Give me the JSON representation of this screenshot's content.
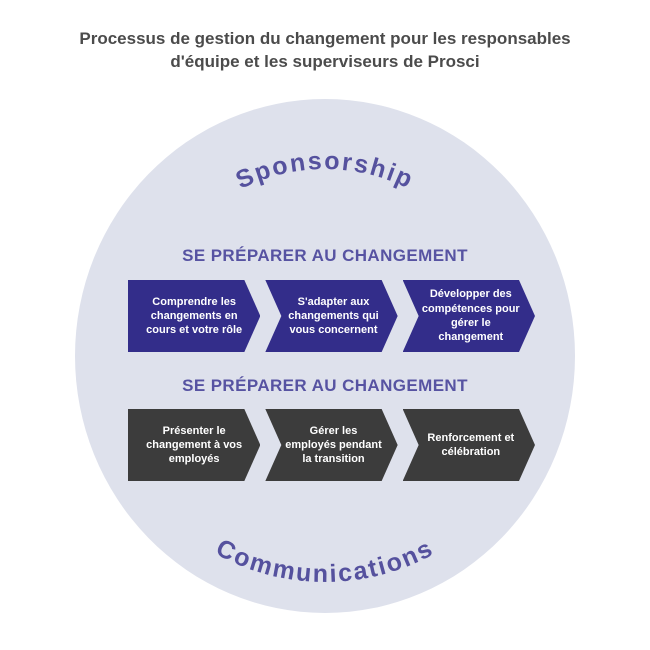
{
  "title": "Processus de gestion du changement pour les responsables d'équipe et les superviseurs de Prosci",
  "circle": {
    "fill": "#dee1ec",
    "top_label": "Sponsorship",
    "bottom_label": "Communications",
    "label_color": "#55519e"
  },
  "sections": [
    {
      "heading": "SE PRÉPARER AU CHANGEMENT",
      "heading_color": "#5753a2",
      "step_color": "#332d8a",
      "steps": [
        "Comprendre les changements en cours et votre rôle",
        "S'adapter aux changements qui vous concernent",
        "Développer des compétences pour gérer le changement"
      ]
    },
    {
      "heading": "SE PRÉPARER AU CHANGEMENT",
      "heading_color": "#5753a2",
      "step_color": "#3c3c3c",
      "steps": [
        "Présenter le changement à vos employés",
        "Gérer les employés pendant la transition",
        "Renforcement et célébration"
      ]
    }
  ],
  "text_colors": {
    "title": "#4b4b4b",
    "step_text": "#ffffff"
  }
}
